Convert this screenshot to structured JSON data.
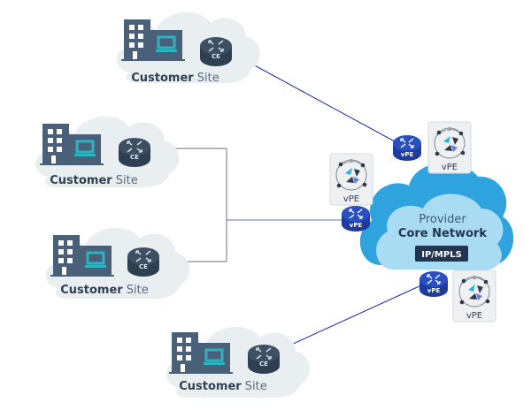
{
  "diagram": {
    "customer_sites": [
      {
        "label_bold": "Customer",
        "label_light": " Site",
        "router_label": "CE"
      },
      {
        "label_bold": "Customer",
        "label_light": " Site",
        "router_label": "CE"
      },
      {
        "label_bold": "Customer",
        "label_light": " Site",
        "router_label": "CE"
      },
      {
        "label_bold": "Customer",
        "label_light": " Site",
        "router_label": "CE"
      }
    ],
    "provider": {
      "line1": "Provider",
      "line2": "Core Network",
      "badge": "IP/MPLS"
    },
    "vpe_routers": [
      {
        "router_label": "vPE",
        "card_label": "vPE"
      },
      {
        "router_label": "vPE",
        "card_label": "vPE"
      },
      {
        "router_label": "vPE",
        "card_label": "vPE"
      }
    ],
    "colors": {
      "site_cloud": "#e9eef0",
      "building": "#4a5f78",
      "laptop_screen": "#2bb3c0",
      "ce_router": "#3c4f63",
      "provider_cloud_dark": "#2ea3dd",
      "provider_cloud_light": "#a9dcf3",
      "provider_text": "#1f3550",
      "badge_bg": "#1f3550",
      "vpe_router": "#2a4fc0",
      "link_blue": "#1a2aa8",
      "link_gray": "#6b7280"
    }
  }
}
